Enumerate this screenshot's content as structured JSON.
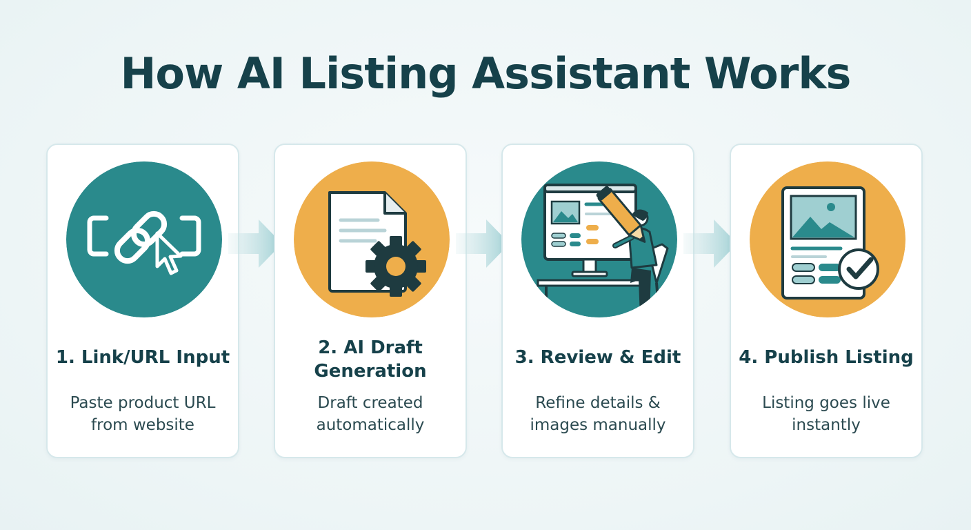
{
  "title": "How AI Listing Assistant Works",
  "colors": {
    "teal": "#2a8a8c",
    "orange": "#eeae4b",
    "navy": "#16414a",
    "card_border": "#d6e8eb"
  },
  "steps": [
    {
      "title": "1. Link/URL Input",
      "description_line1": "Paste product URL",
      "description_line2": "from website",
      "icon": "link-cursor-icon",
      "circle_color": "teal"
    },
    {
      "title_line1": "2. AI Draft",
      "title_line2": "Generation",
      "description_line1": "Draft created",
      "description_line2": "automatically",
      "icon": "document-gear-icon",
      "circle_color": "orange"
    },
    {
      "title": "3. Review & Edit",
      "description_line1": "Refine details &",
      "description_line2": "images manually",
      "icon": "person-editing-icon",
      "circle_color": "teal"
    },
    {
      "title": "4. Publish Listing",
      "description_line1": "Listing goes live",
      "description_line2": "instantly",
      "icon": "published-listing-check-icon",
      "circle_color": "orange"
    }
  ]
}
